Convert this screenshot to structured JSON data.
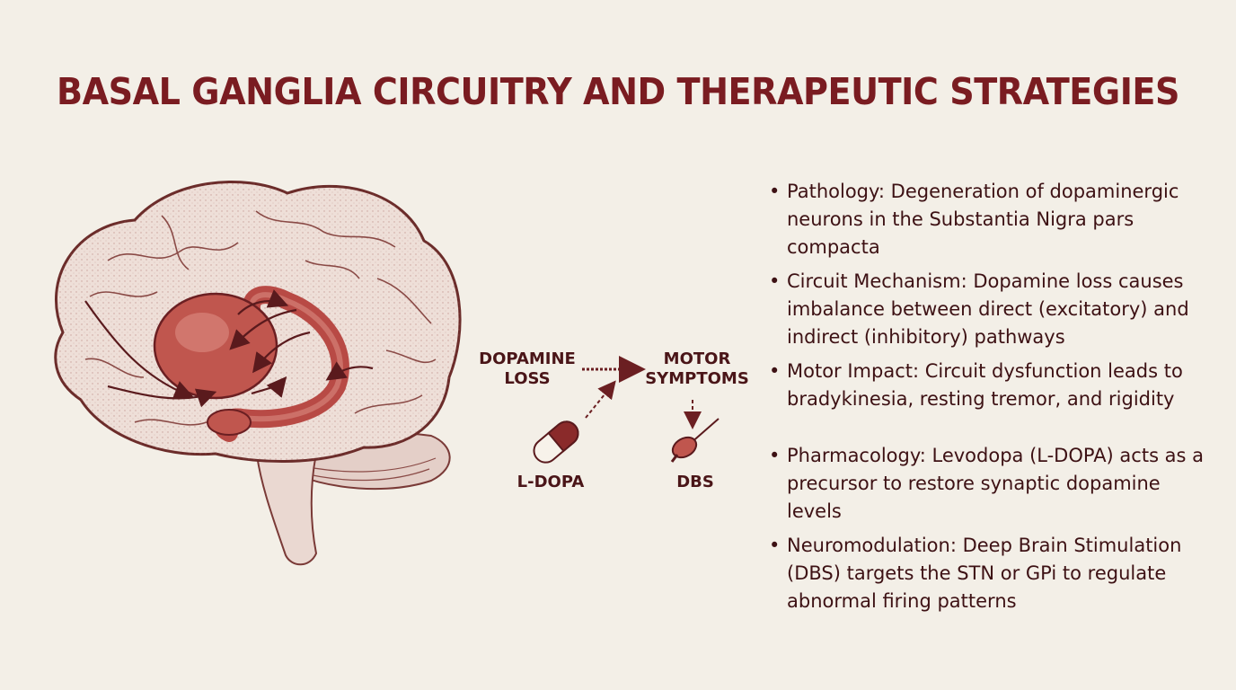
{
  "title": "BASAL GANGLIA CIRCUITRY AND THERAPEUTIC STRATEGIES",
  "flow": {
    "dopamine_loss": [
      "DOPAMINE",
      "LOSS"
    ],
    "motor_symptoms": [
      "MOTOR",
      "SYMPTOMS"
    ],
    "ldopa": "L-DOPA",
    "dbs": "DBS"
  },
  "notes": [
    {
      "text": "Pathology: Degeneration of dopaminergic neurons in the Substantia Nigra pars compacta"
    },
    {
      "text": "Circuit Mechanism: Dopamine loss causes imbalance between direct (excitatory) and indirect (inhibitory) pathways"
    },
    {
      "text": "Motor Impact: Circuit dysfunction leads to bradykinesia, resting tremor, and rigidity"
    },
    {
      "text": "Pharmacology: Levodopa (L-DOPA) acts as a precursor to restore synaptic dopamine levels"
    },
    {
      "text": "Neuromodulation: Deep Brain Stimulation (DBS) targets the STN or GPi to regulate abnormal firing patterns"
    }
  ],
  "bullet": "•",
  "colors": {
    "title": "#7a1c21",
    "accent": "#b84a45",
    "ink": "#4a1518",
    "background": "#f3efe7"
  }
}
